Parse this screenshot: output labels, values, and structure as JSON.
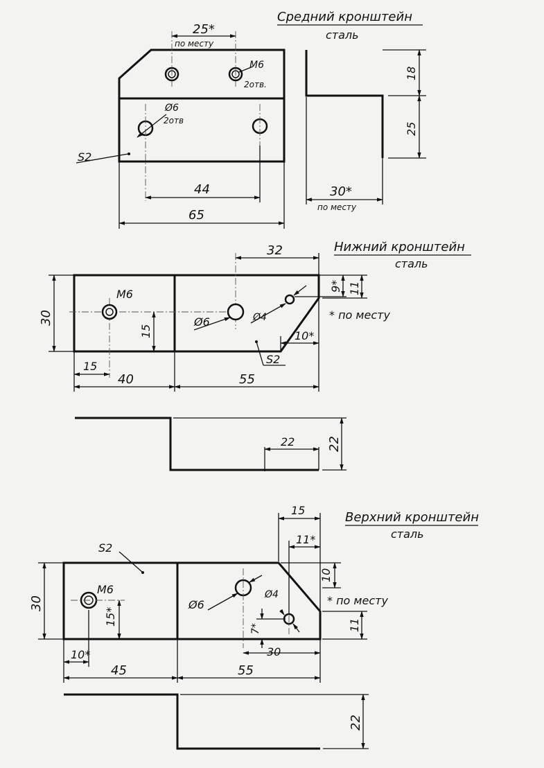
{
  "top": {
    "title": "Средний кронштейн",
    "material": "сталь",
    "dim_25": "25*",
    "dim_25_note": "по месту",
    "label_m6": "М6",
    "label_m6_count": "2отв.",
    "label_d6": "Ø6",
    "label_d6_count": "2отв",
    "label_s2": "S2",
    "dim_44": "44",
    "dim_65": "65",
    "dim_18": "18",
    "dim_25v": "25",
    "dim_30": "30*",
    "dim_30_note": "по месту"
  },
  "middle": {
    "title": "Нижний кронштейн",
    "material": "сталь",
    "dim_32": "32",
    "dim_9": "9*",
    "dim_11": "11",
    "dim_30": "30",
    "label_m6": "М6",
    "dim_15v": "15",
    "label_d6": "Ø6",
    "label_d4": "Ø4",
    "note": "* по месту",
    "dim_10": "10*",
    "label_s2": "S2",
    "dim_15": "15",
    "dim_40": "40",
    "dim_55": "55",
    "dim_22": "22",
    "dim_22v": "22"
  },
  "bottom": {
    "title": "Верхний кронштейн",
    "material": "сталь",
    "dim_15": "15",
    "dim_11": "11*",
    "label_s2": "S2",
    "dim_10v": "10",
    "dim_30": "30",
    "label_m6": "М6",
    "label_d6": "Ø6",
    "label_d4": "Ø4",
    "dim_15v": "15*",
    "dim_7": "7*",
    "note": "* по месту",
    "dim_11v": "11",
    "dim_10": "10*",
    "dim_30h": "30",
    "dim_45": "45",
    "dim_55": "55",
    "dim_22v": "22"
  }
}
